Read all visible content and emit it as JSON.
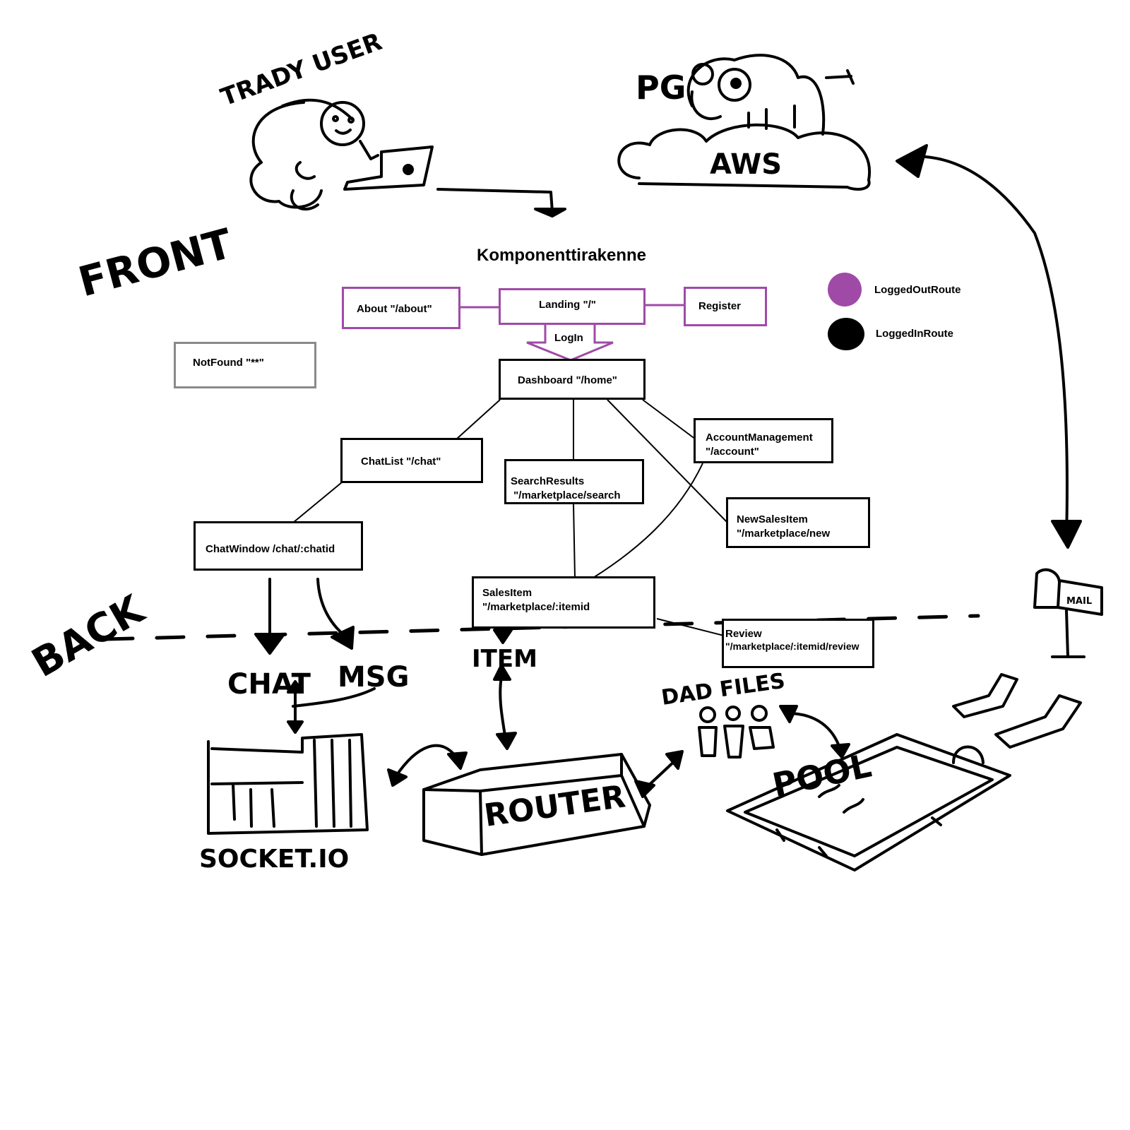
{
  "title": "Komponenttirakenne",
  "colors": {
    "logged_out": "#a04aa8",
    "logged_in": "#000000",
    "neutral": "#8a8a8a"
  },
  "legend": {
    "logged_out": "LoggedOutRoute",
    "logged_in": "LoggedInRoute"
  },
  "nodes": {
    "about": "About \"/about\"",
    "landing": "Landing \"/\"",
    "register": "Register",
    "login": "LogIn",
    "notfound": "NotFound \"**\"",
    "dashboard": "Dashboard \"/home\"",
    "chatlist": "ChatList \"/chat\"",
    "search_1": "SearchResults",
    "search_2": " \"/marketplace/search",
    "account_1": "AccountManagement",
    "account_2": "\"/account\"",
    "newsales_1": "NewSalesItem",
    "newsales_2": "\"/marketplace/new",
    "chatwindow": "ChatWindow /chat/:chatid",
    "salesitem_1": "SalesItem",
    "salesitem_2": "\"/marketplace/:itemid",
    "review_1": "Review",
    "review_2": "\"/marketplace/:itemid/review"
  },
  "sketch": {
    "user": "TRADY USER",
    "pg": "PG",
    "aws": "AWS",
    "front": "FRONT",
    "back": "BACK",
    "chat": "CHAT",
    "msg": "MSG",
    "item": "ITEM",
    "dad_files": "DAD FILES",
    "router": "ROUTER",
    "socket": "SOCKET.IO",
    "pool": "POOL",
    "mail": "MAIL"
  }
}
